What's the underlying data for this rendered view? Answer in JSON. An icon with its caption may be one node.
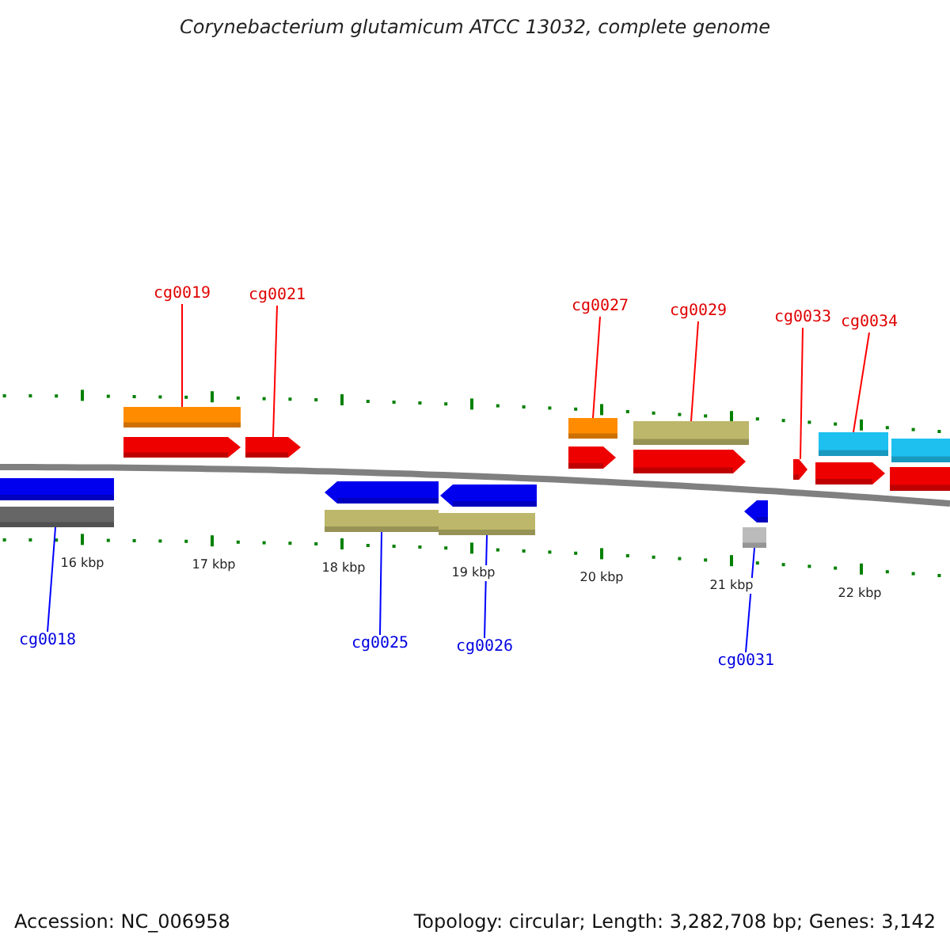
{
  "diagram": {
    "title": "Corynebacterium glutamicum ATCC 13032, complete genome",
    "nodes": [
      {
        "text": [
          "cg0019"
        ]
      },
      {
        "text": [
          "cg0021"
        ]
      },
      {
        "text": [
          "cg0027"
        ]
      },
      {
        "text": [
          "cg0029"
        ]
      },
      {
        "text": [
          "cg0033"
        ]
      },
      {
        "text": [
          "cg0034"
        ]
      },
      {
        "text": [
          "cg0018"
        ]
      },
      {
        "text": [
          "cg0025"
        ]
      },
      {
        "text": [
          "cg0026"
        ]
      },
      {
        "text": [
          "cg0031"
        ]
      },
      {
        "text": [],
        "shape": "bar"
      },
      {
        "text": [],
        "shape": "bar"
      },
      {
        "text": [],
        "shape": "bar"
      },
      {
        "text": [],
        "shape": "arrow"
      },
      {
        "text": [],
        "shape": "arrow"
      },
      {
        "text": [],
        "shape": "arrow"
      },
      {
        "text": [],
        "shape": "bar"
      },
      {
        "text": [],
        "shape": "arrow"
      },
      {
        "text": [],
        "shape": "bar"
      },
      {
        "text": [],
        "shape": "bar"
      },
      {
        "text": [],
        "shape": "arrow"
      },
      {
        "text": [],
        "shape": "bar"
      },
      {
        "text": [],
        "shape": "arrow"
      },
      {
        "text": [],
        "shape": "arrow"
      },
      {
        "text": [],
        "shape": "bar"
      },
      {
        "text": [],
        "shape": "arrow"
      },
      {
        "text": [],
        "shape": "bar"
      },
      {
        "text": [],
        "shape": "arrow"
      },
      {
        "text": [],
        "shape": "bar"
      },
      {
        "text": [],
        "shape": "bar"
      }
    ],
    "edges": [
      {
        "from": 0,
        "to": 12,
        "arrow": "none"
      },
      {
        "from": 1,
        "to": 14,
        "arrow": "none"
      },
      {
        "from": 2,
        "to": 19,
        "arrow": "none"
      },
      {
        "from": 3,
        "to": 21,
        "arrow": "none"
      },
      {
        "from": 4,
        "to": 25,
        "arrow": "none"
      },
      {
        "from": 5,
        "to": 26,
        "arrow": "none"
      },
      {
        "from": 6,
        "to": 11,
        "arrow": "none",
        "color": "#0000ff"
      },
      {
        "from": 7,
        "to": 16,
        "arrow": "none",
        "color": "#0000ff"
      },
      {
        "from": 8,
        "to": 18,
        "arrow": "none",
        "color": "#0000ff"
      },
      {
        "from": 9,
        "to": 24,
        "arrow": "none",
        "color": "#0000ff"
      }
    ],
    "labels": [
      "16 kbp",
      "17 kbp",
      "18 kbp",
      "19 kbp",
      "20 kbp",
      "21 kbp",
      "22 kbp",
      "Accession: NC_006958",
      "Topology: circular; Length: 3,282,708 bp; Genes: 3,142"
    ]
  }
}
